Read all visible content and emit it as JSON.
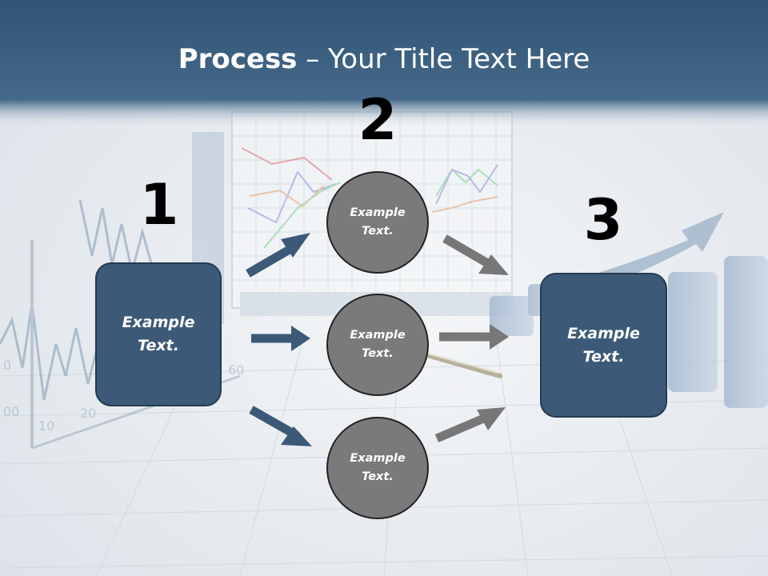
{
  "slide": {
    "title_bold": "Process",
    "title_rest": " – Your Title Text Here"
  },
  "steps": {
    "one": "1",
    "two": "2",
    "three": "3"
  },
  "left_box": {
    "line1": "Example",
    "line2": "Text."
  },
  "right_box": {
    "line1": "Example",
    "line2": "Text."
  },
  "circles": [
    {
      "line1": "Example",
      "line2": "Text."
    },
    {
      "line1": "Example",
      "line2": "Text."
    },
    {
      "line1": "Example",
      "line2": "Text."
    }
  ],
  "background": {
    "axis_labels": [
      "60",
      "20",
      "10",
      "00",
      "0"
    ]
  },
  "colors": {
    "header": "#3e6484",
    "box_fill": "#3c5a78",
    "circle_fill": "#7a7a7a",
    "arrow_blue": "#3c5a78",
    "arrow_gray": "#777777"
  }
}
